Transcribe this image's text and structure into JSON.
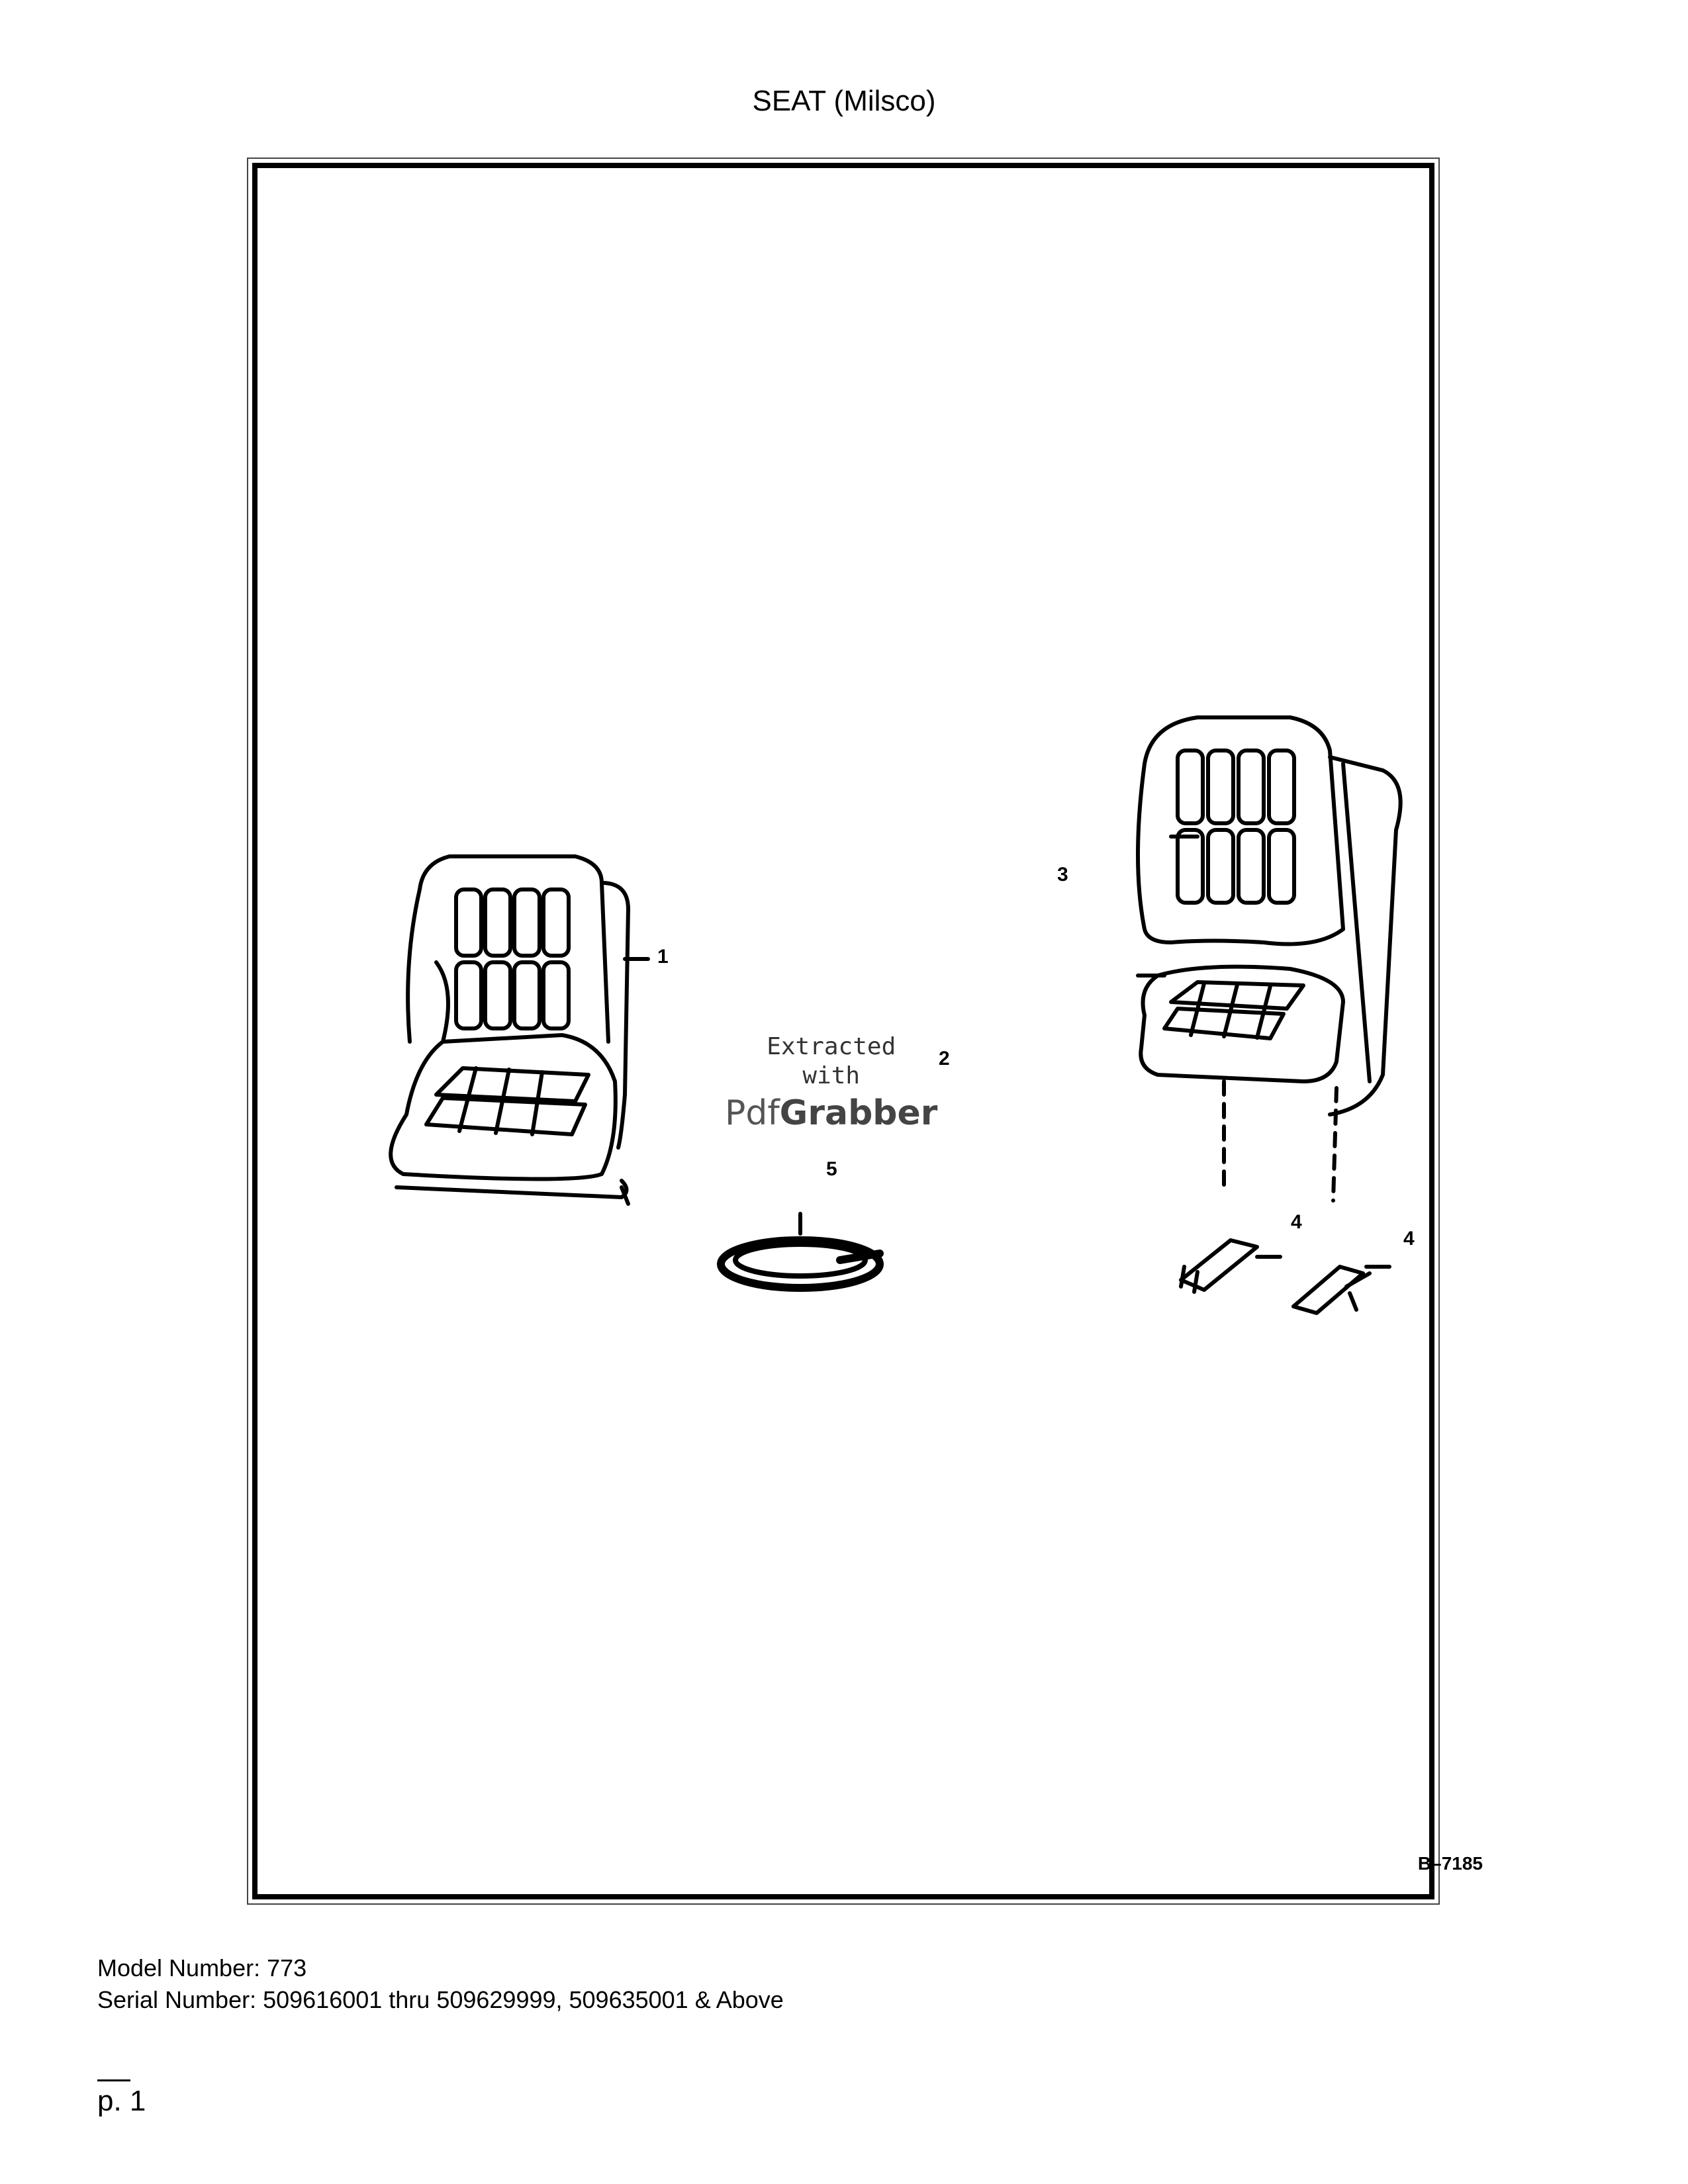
{
  "page": {
    "title": "SEAT (Milsco)",
    "figure_code": "B–7185",
    "callouts": [
      "1",
      "2",
      "3",
      "4",
      "4",
      "5"
    ],
    "watermark": {
      "line1": "Extracted",
      "line2": "with",
      "logo_a": "Pdf",
      "logo_b": "Grabber"
    },
    "footer": {
      "model": "Model Number: 773",
      "serial": "Serial Number: 509616001 thru 509629999, 509635001 & Above"
    },
    "page_number": "p. 1"
  }
}
